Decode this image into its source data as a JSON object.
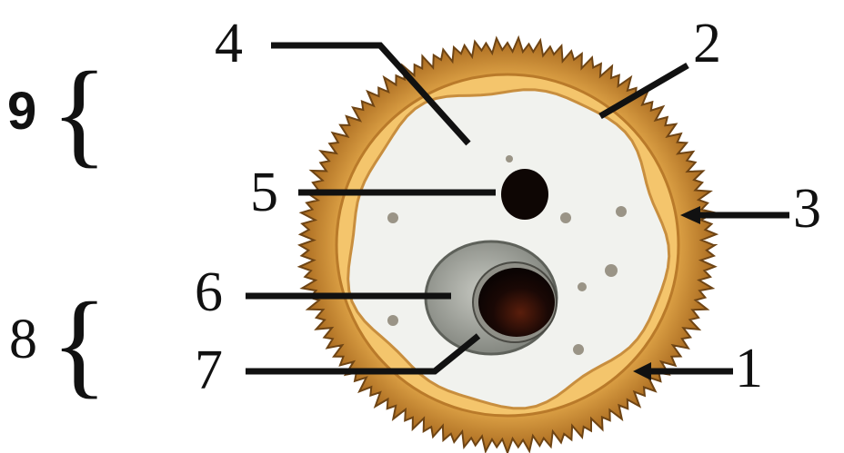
{
  "labels": {
    "l1": "1",
    "l2": "2",
    "l3": "3",
    "l4": "4",
    "l5": "5",
    "l6": "6",
    "l7": "7",
    "l8": "8",
    "l9": "9"
  },
  "colors": {
    "outer_coat": "#C8892E",
    "outer_coat_dark": "#8A5A1E",
    "inner_ring": "#F2C166",
    "cytoplasm": "#F1F2EE",
    "nucleus": "#A7AAA3",
    "nucleolus": "#120703",
    "granules": "#9A9486",
    "line": "#111111"
  }
}
